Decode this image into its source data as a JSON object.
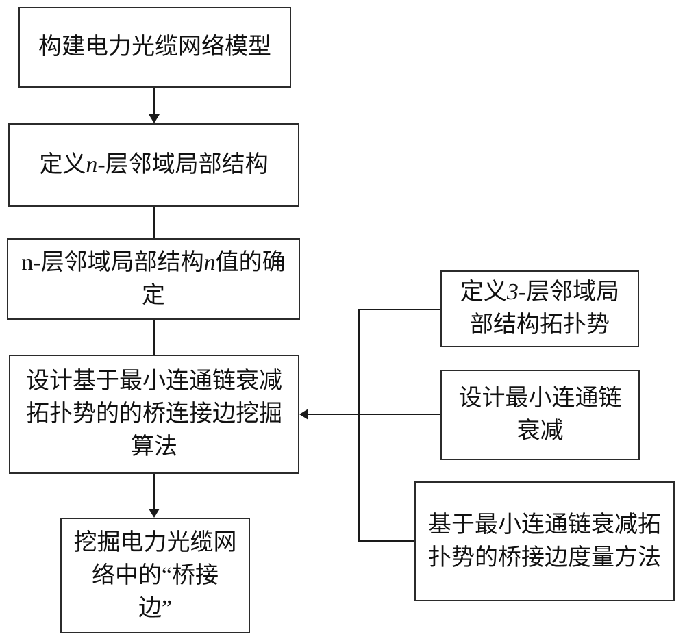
{
  "figure": {
    "background_color": "#ffffff",
    "line_color": "#1a1a1a",
    "box_border_color": "#2b2b2b",
    "text_color": "#111111"
  },
  "nodes": {
    "build_model": {
      "lines": [
        [
          {
            "t": "构建电力光缆网络模型"
          }
        ]
      ]
    },
    "define_n_layer": {
      "lines": [
        [
          {
            "t": "定义"
          },
          {
            "t": "n-",
            "italic": true
          },
          {
            "t": "层邻域局部结构"
          }
        ]
      ]
    },
    "determine_n_value": {
      "lines": [
        [
          {
            "t": "n-层邻域局部结构"
          },
          {
            "t": "n",
            "italic": true
          },
          {
            "t": "值的确"
          }
        ],
        [
          {
            "t": "定"
          }
        ]
      ]
    },
    "design_algorithm": {
      "lines": [
        [
          {
            "t": "设计基于最小连通链衰减"
          }
        ],
        [
          {
            "t": "拓扑势的的桥连接边挖掘"
          }
        ],
        [
          {
            "t": "算法"
          }
        ]
      ]
    },
    "mine_bridge_edges": {
      "lines": [
        [
          {
            "t": "挖掘电力光缆网"
          }
        ],
        [
          {
            "t": "络中的“桥接"
          }
        ],
        [
          {
            "t": "边”"
          }
        ]
      ]
    },
    "define_3_layer": {
      "lines": [
        [
          {
            "t": "定义"
          },
          {
            "t": "3-",
            "italic": true
          },
          {
            "t": "层邻域局"
          }
        ],
        [
          {
            "t": "部结构拓扑势"
          }
        ]
      ]
    },
    "design_attenuation": {
      "lines": [
        [
          {
            "t": "设计最小连通链"
          }
        ],
        [
          {
            "t": "衰减"
          }
        ]
      ]
    },
    "measure_method": {
      "lines": [
        [
          {
            "t": "基于最小连通链衰减拓"
          }
        ],
        [
          {
            "t": "扑势的桥接边度量方法"
          }
        ]
      ]
    }
  },
  "edges": [
    {
      "from": "build_model",
      "to": "define_n_layer",
      "arrow": true
    },
    {
      "from": "define_n_layer",
      "to": "determine_n_value",
      "arrow": false
    },
    {
      "from": "determine_n_value",
      "to": "design_algorithm",
      "arrow": false
    },
    {
      "from": "design_algorithm",
      "to": "mine_bridge_edges",
      "arrow": true
    },
    {
      "from": "define_3_layer",
      "to": "design_algorithm",
      "arrow": true
    },
    {
      "from": "design_attenuation",
      "to": "design_algorithm",
      "arrow": true
    },
    {
      "from": "measure_method",
      "to": "design_algorithm",
      "arrow": true
    }
  ]
}
